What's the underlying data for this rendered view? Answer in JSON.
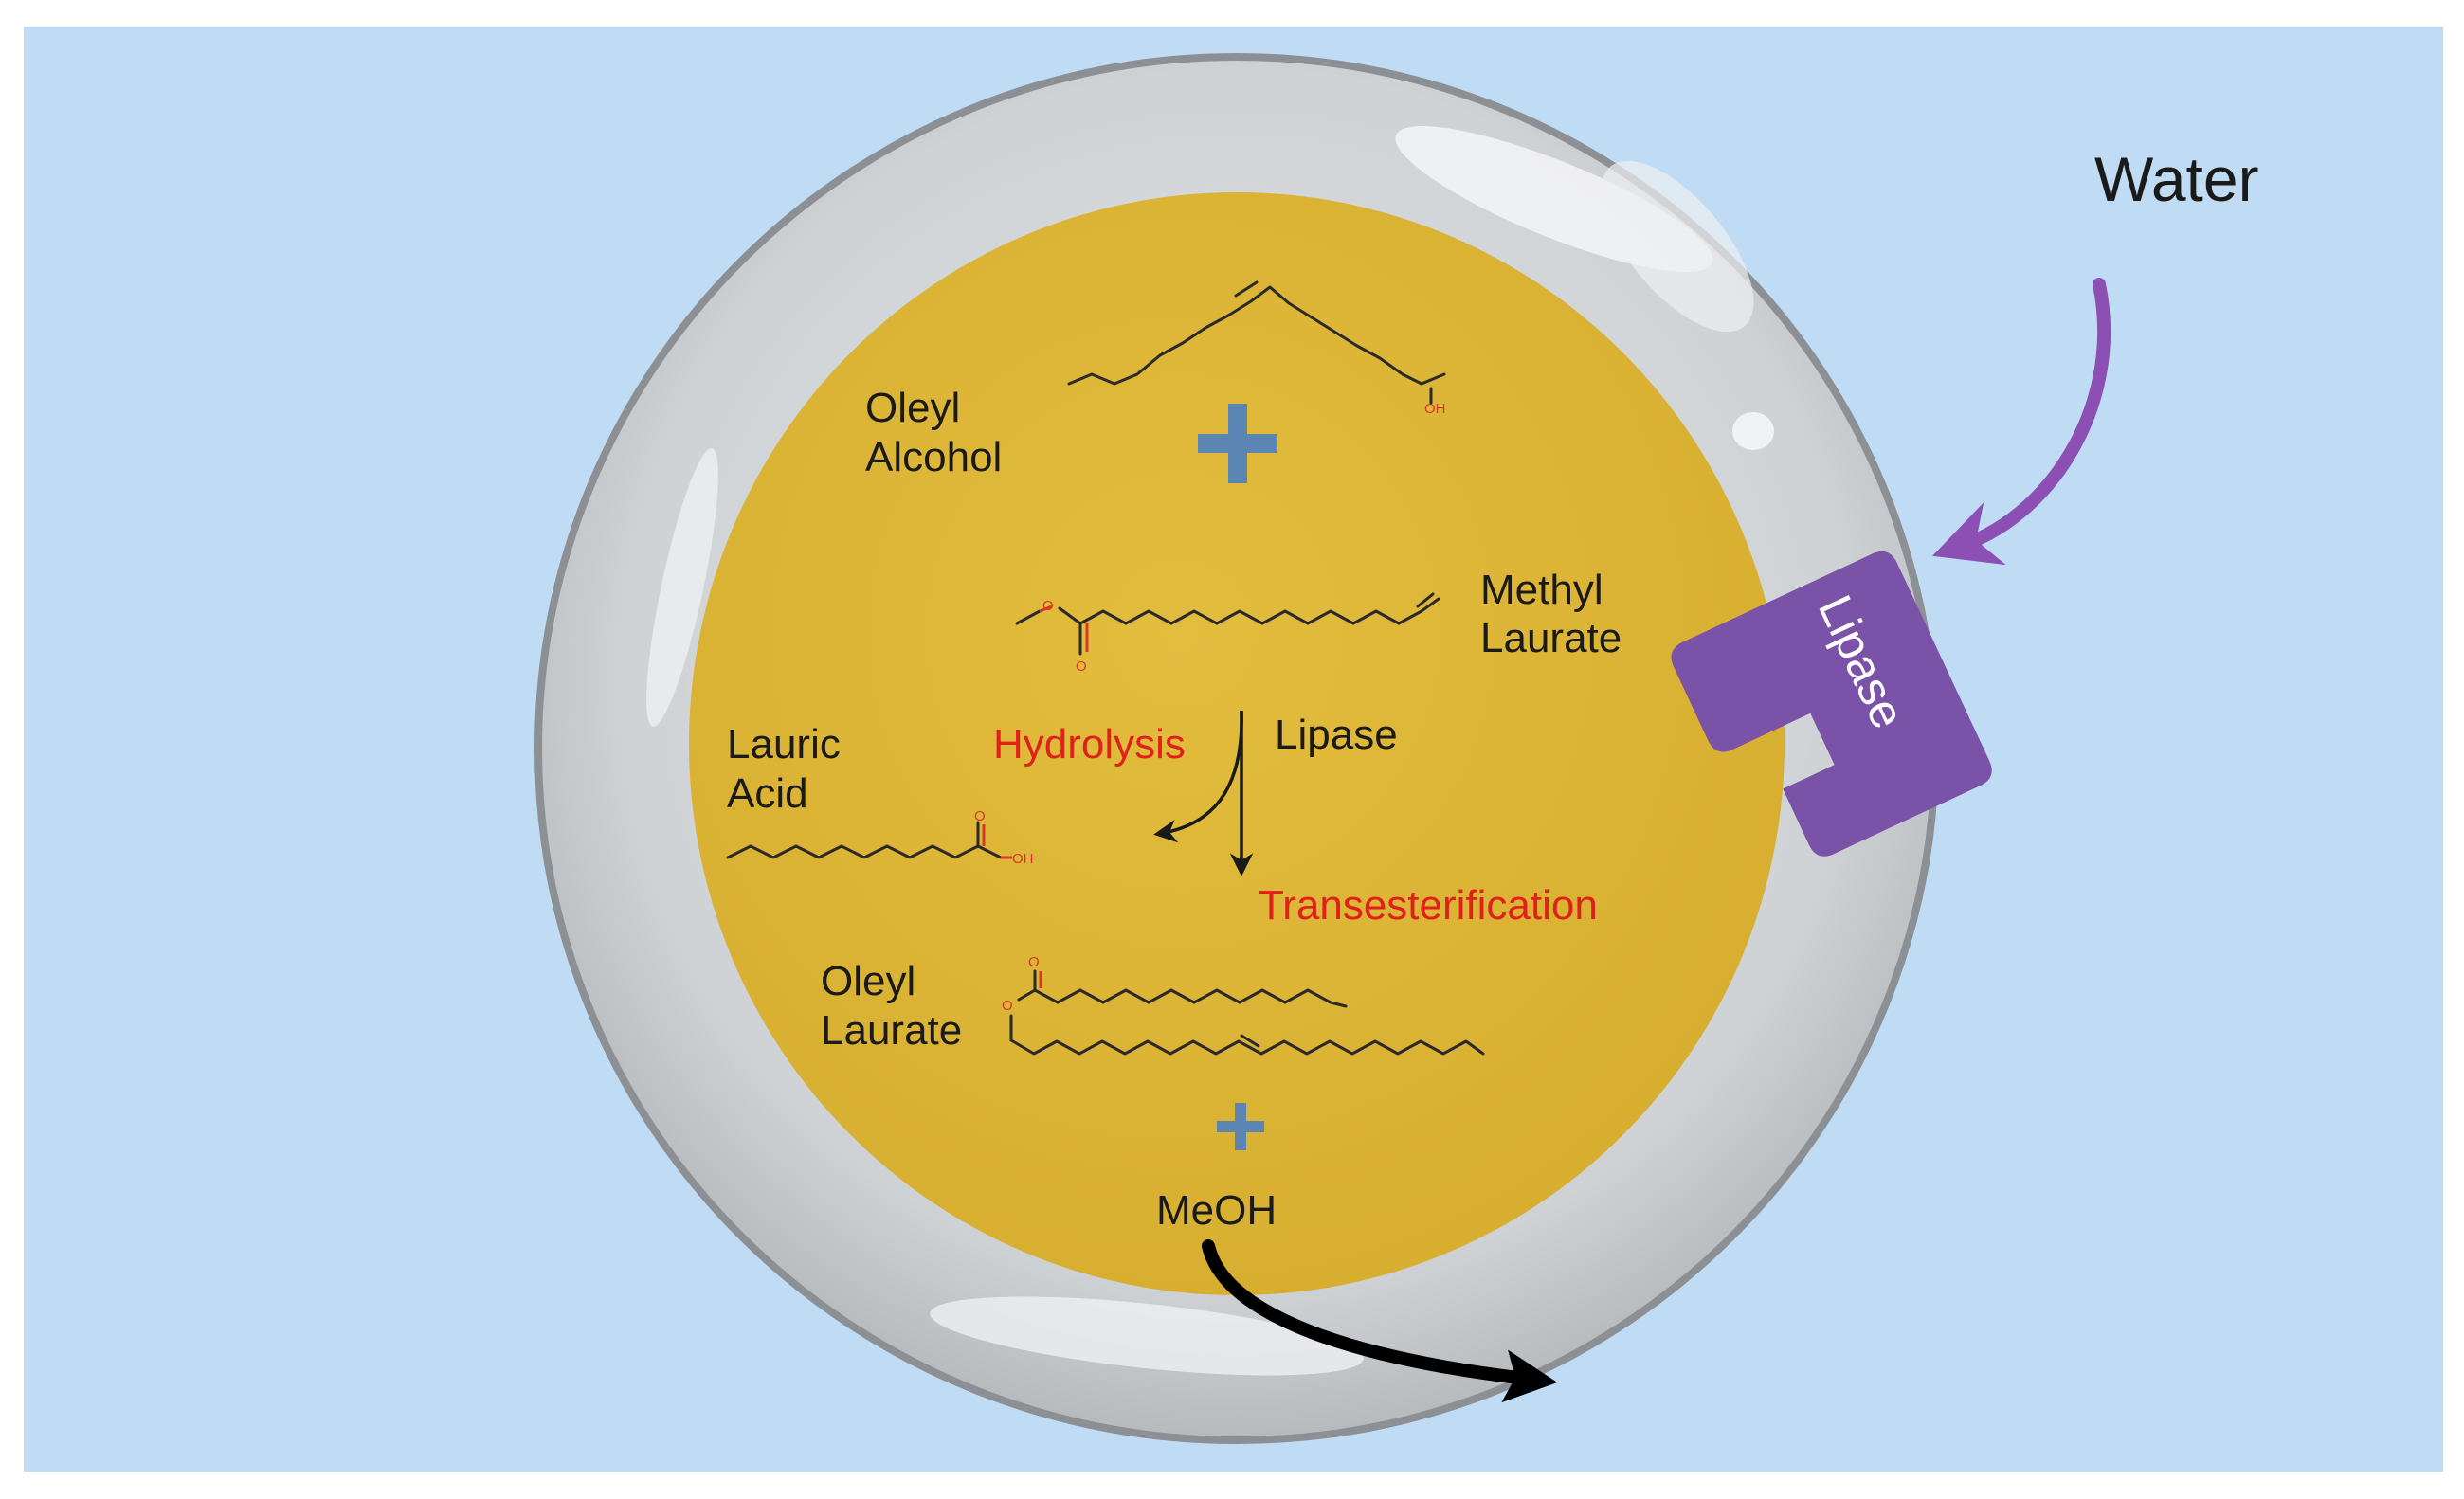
{
  "labels": {
    "water": "Water",
    "oleyl_alcohol": [
      "Oleyl",
      "Alcohol"
    ],
    "methyl_laurate": [
      "Methyl",
      "Laurate"
    ],
    "lauric_acid": [
      "Lauric",
      "Acid"
    ],
    "oleyl_laurate": [
      "Oleyl",
      "Laurate"
    ],
    "hydrolysis": "Hydrolysis",
    "lipase_arrow": "Lipase",
    "transesterification": "Transesterification",
    "meoh": "MeOH",
    "lipase_enzyme": "Lipase",
    "atom_oh": "OH",
    "atom_o": "O"
  },
  "colors": {
    "background": "#c0dcf4",
    "shell": "#cdd0d4",
    "shell_edge": "#8c8f93",
    "core": "#dcb435",
    "plus": "#5b86b3",
    "water_arrow": "#8c4fb4",
    "enzyme": "#7a52a8",
    "reaction_text": "#e0201b",
    "meoh_arrow": "#000000"
  }
}
